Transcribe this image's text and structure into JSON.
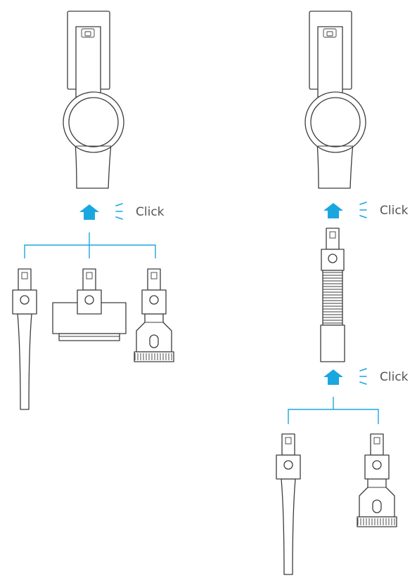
{
  "labels": {
    "click_left": "Click",
    "click_right_top": "Click",
    "click_right_bottom": "Click"
  },
  "colors": {
    "accent": "#1aa7df",
    "outline": "#3c3c3c",
    "text": "#555555"
  },
  "icons": [
    "up-arrow-icon",
    "click-indicator-icon"
  ]
}
